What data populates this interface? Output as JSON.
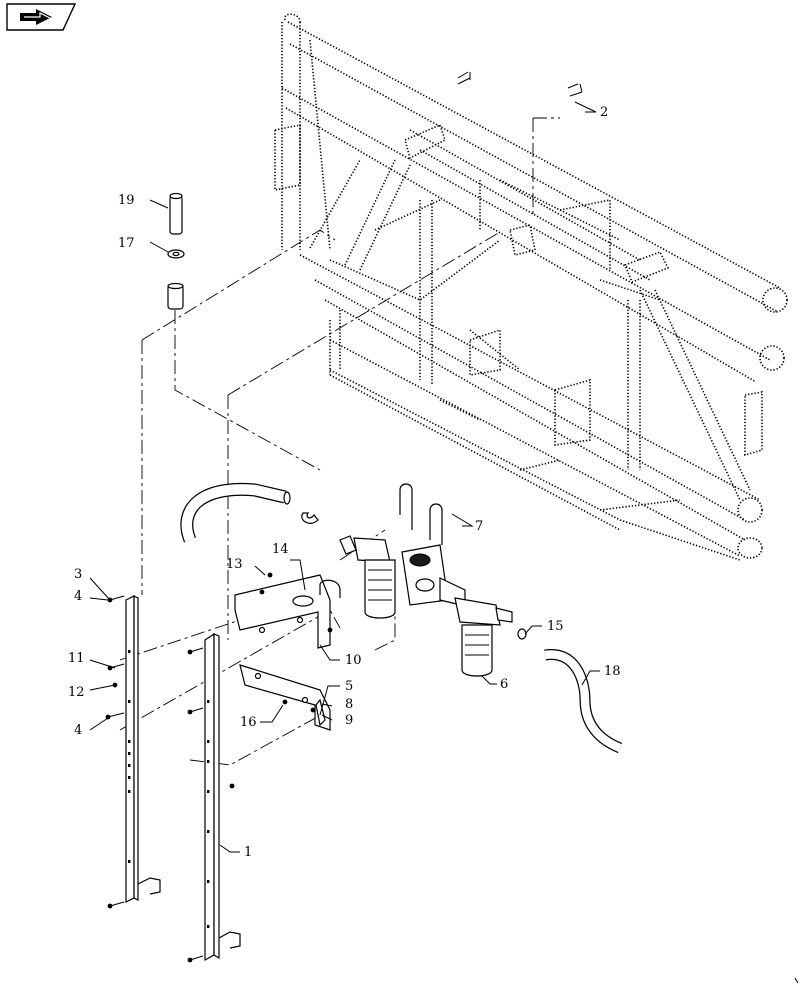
{
  "nav": {
    "icon": "next-page-arrow-icon"
  },
  "callouts": [
    {
      "label": "19"
    },
    {
      "label": "17"
    },
    {
      "label": "2"
    },
    {
      "label": "7"
    },
    {
      "label": "14"
    },
    {
      "label": "13"
    },
    {
      "label": "3"
    },
    {
      "label": "4"
    },
    {
      "label": "10"
    },
    {
      "label": "11"
    },
    {
      "label": "12"
    },
    {
      "label": "5"
    },
    {
      "label": "8"
    },
    {
      "label": "9"
    },
    {
      "label": "16"
    },
    {
      "label": "4"
    },
    {
      "label": "15"
    },
    {
      "label": "18"
    },
    {
      "label": "6"
    },
    {
      "label": "1"
    }
  ]
}
